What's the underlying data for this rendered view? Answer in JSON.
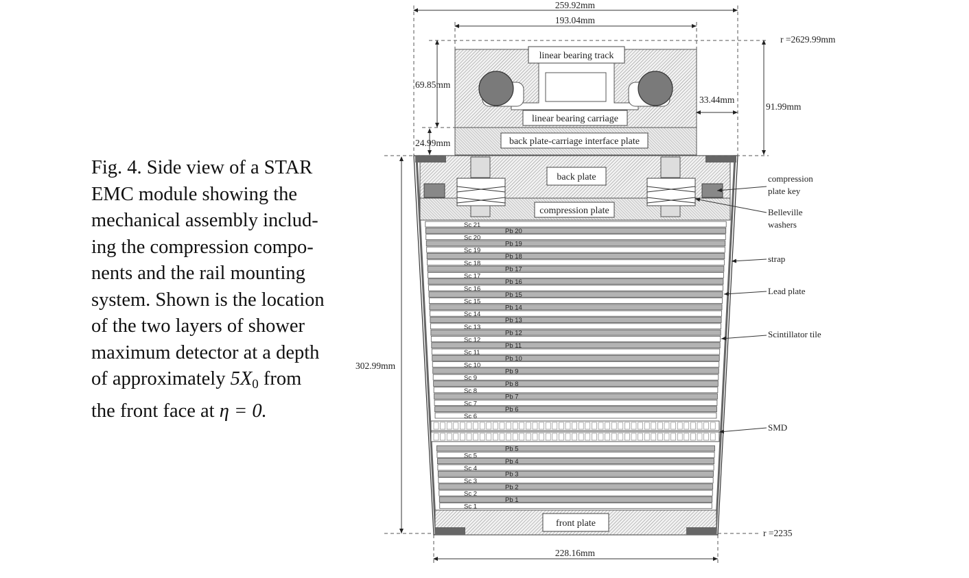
{
  "caption": {
    "line1": "Fig. 4. Side view of a STAR",
    "line2": "EMC module showing the",
    "line3": "mechanical assembly includ-",
    "line4": "ing the compression compo-",
    "line5": "nents and the rail mounting",
    "line6": "system. Shown is the location",
    "line7": "of the two layers of shower",
    "line8": "maximum detector at a depth",
    "line9_pre": "of approximately ",
    "line9_math": "5X",
    "line9_sub": "0",
    "line9_post": " from",
    "line10_pre": "the front face at ",
    "line10_math": "η = 0."
  },
  "dimensions": {
    "top_width": "259.92mm",
    "upper_width": "193.04mm",
    "bottom_width": "228.16mm",
    "rail_height": "69.85mm",
    "interface_height": "24.99mm",
    "side_offset": "33.44mm",
    "upper_total": "91.99mm",
    "total_height": "302.99mm",
    "outer_radius": "r =2629.99mm",
    "inner_radius": "r =2235"
  },
  "boxes": {
    "track": "linear bearing track",
    "carriage": "linear bearing carriage",
    "interface": "back plate-carriage interface plate",
    "back_plate": "back plate",
    "compression_plate": "compression plate",
    "front_plate": "front plate"
  },
  "callouts": {
    "key_line1": "compression",
    "key_line2": "plate key",
    "washers_line1": "Belleville",
    "washers_line2": "washers",
    "strap": "strap",
    "lead": "Lead plate",
    "scint": "Scintillator tile",
    "smd": "SMD"
  },
  "layers": {
    "sc_upper": [
      "Sc 21",
      "Sc 20",
      "Sc 19",
      "Sc 18",
      "Sc 17",
      "Sc 16",
      "Sc 15",
      "Sc 14",
      "Sc 13",
      "Sc 12",
      "Sc 11",
      "Sc 10",
      "Sc 9",
      "Sc 8",
      "Sc 7",
      "Sc 6"
    ],
    "pb_upper": [
      "Pb 20",
      "Pb 19",
      "Pb 18",
      "Pb 17",
      "Pb 16",
      "Pb 15",
      "Pb 14",
      "Pb 13",
      "Pb 12",
      "Pb 11",
      "Pb 10",
      "Pb 9",
      "Pb 8",
      "Pb 7",
      "Pb 6"
    ],
    "sc_lower": [
      "Sc 5",
      "Sc 4",
      "Sc 3",
      "Sc 2",
      "Sc 1"
    ],
    "pb_lower": [
      "Pb 5",
      "Pb 4",
      "Pb 3",
      "Pb 2",
      "Pb 1"
    ]
  }
}
